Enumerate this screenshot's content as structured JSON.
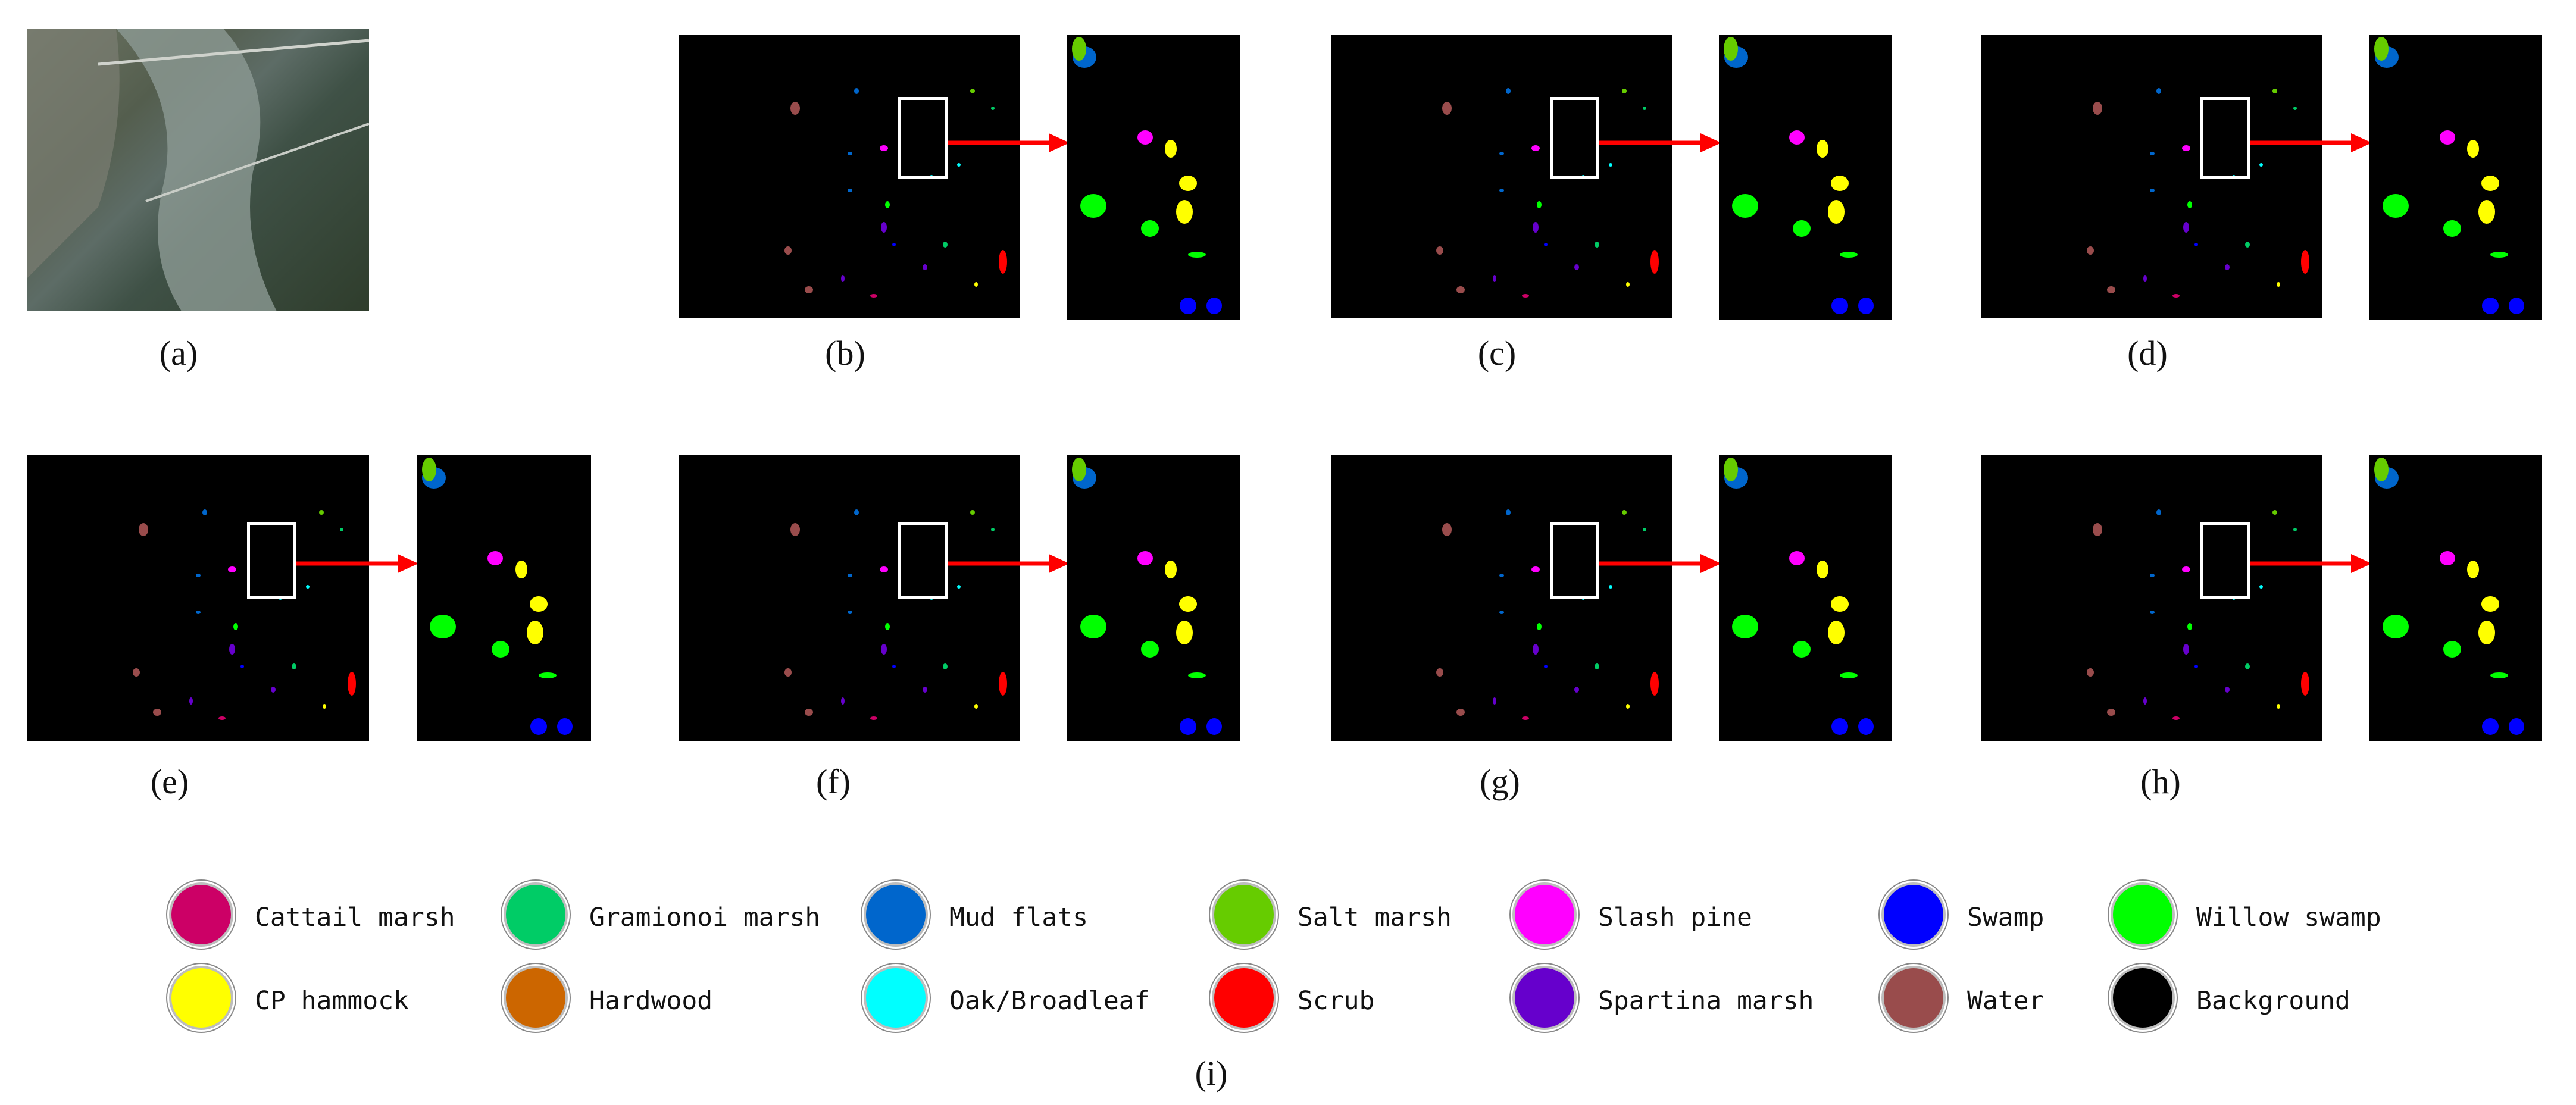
{
  "captions": [
    "(a)",
    "(b)",
    "(c)",
    "(d)",
    "(e)",
    "(f)",
    "(g)",
    "(h)",
    "(i)"
  ],
  "legend": [
    {
      "label": "Cattail marsh",
      "color": "#cc0066"
    },
    {
      "label": "Gramionoi marsh",
      "color": "#00cc66"
    },
    {
      "label": "Mud flats",
      "color": "#0066cc"
    },
    {
      "label": "Salt marsh",
      "color": "#66cc00"
    },
    {
      "label": "Slash pine",
      "color": "#ff00ff"
    },
    {
      "label": "Swamp",
      "color": "#0000ff"
    },
    {
      "label": "Willow swamp",
      "color": "#00ff00"
    },
    {
      "label": "CP hammock",
      "color": "#ffff00"
    },
    {
      "label": "Hardwood",
      "color": "#cc6600"
    },
    {
      "label": "Oak/Broadleaf",
      "color": "#00ffff"
    },
    {
      "label": "Scrub",
      "color": "#ff0000"
    },
    {
      "label": "Spartina marsh",
      "color": "#6600cc"
    },
    {
      "label": "Water",
      "color": "#994c4c"
    },
    {
      "label": "Background",
      "color": "#000000"
    }
  ]
}
